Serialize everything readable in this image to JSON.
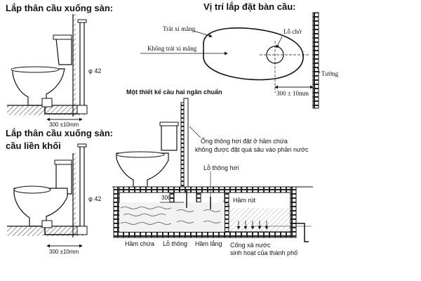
{
  "titles": {
    "floor_mount": "Lắp thân cầu xuống sàn:",
    "floor_mount_onepiece_line1": "Lắp thân cầu xuống sàn:",
    "floor_mount_onepiece_line2": "cầu liền khối",
    "position": "Vị trí lắp đặt bàn cầu:",
    "design": "Một thiết kế cầu hai ngăn chuẩn"
  },
  "dims": {
    "pipe_diameter_top": "φ 42",
    "pipe_diameter_bottom": "φ 42",
    "offset_top": "300 ±10mm",
    "offset_bottom": "300 ±10mm",
    "wall_offset": "300 ± 10mm",
    "design_300": "300"
  },
  "plan_labels": {
    "mortar": "Trát xi măng",
    "no_mortar": "Không trát xi măng",
    "drain_hole": "Lỗ chờ",
    "wall": "Tường"
  },
  "design_labels": {
    "vent_pipe_line1": "Ống thông hơi đặt ở hầm chứa",
    "vent_pipe_line2": "không được đặt quá sâu vào phần nước",
    "vent_hole": "Lỗ thông hơi",
    "seep_chamber": "Hầm rút",
    "holding_chamber": "Hầm chứa",
    "pass_hole": "Lỗ thông",
    "settling_chamber": "Hầm lắng",
    "sewer_line1": "Cống xả nước",
    "sewer_line2": "sinh hoạt của thành phố"
  }
}
